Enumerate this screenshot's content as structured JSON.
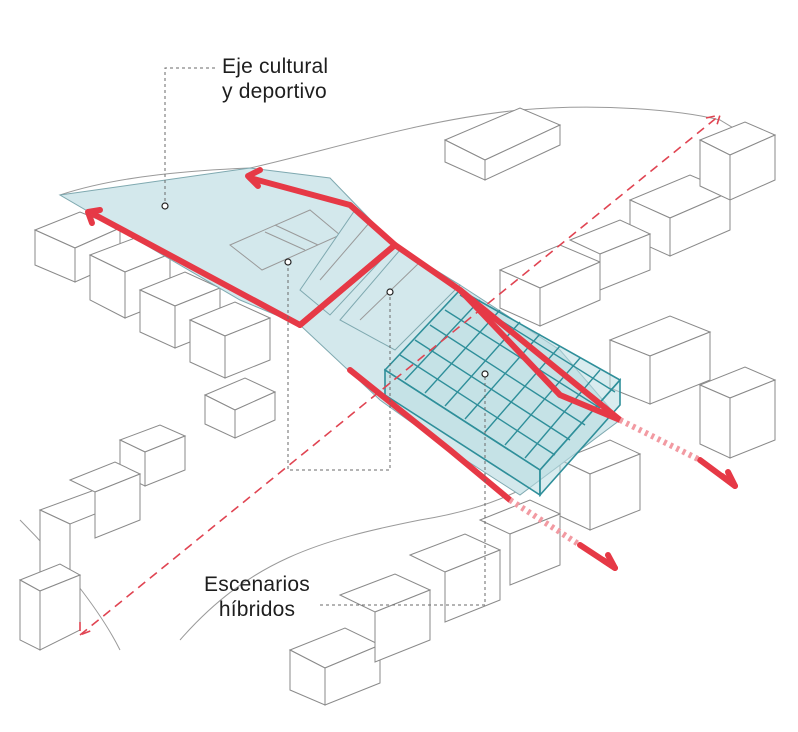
{
  "labels": {
    "cultural_axis_line1": "Eje cultural",
    "cultural_axis_line2": "y deportivo",
    "hybrid_line1": "Escenarios",
    "hybrid_line2": "híbridos"
  },
  "colors": {
    "axis_red": "#e63946",
    "site_fill": "#d3e8ec",
    "grid_teal": "#2f8f9a",
    "building_stroke": "#8a8a8a"
  }
}
